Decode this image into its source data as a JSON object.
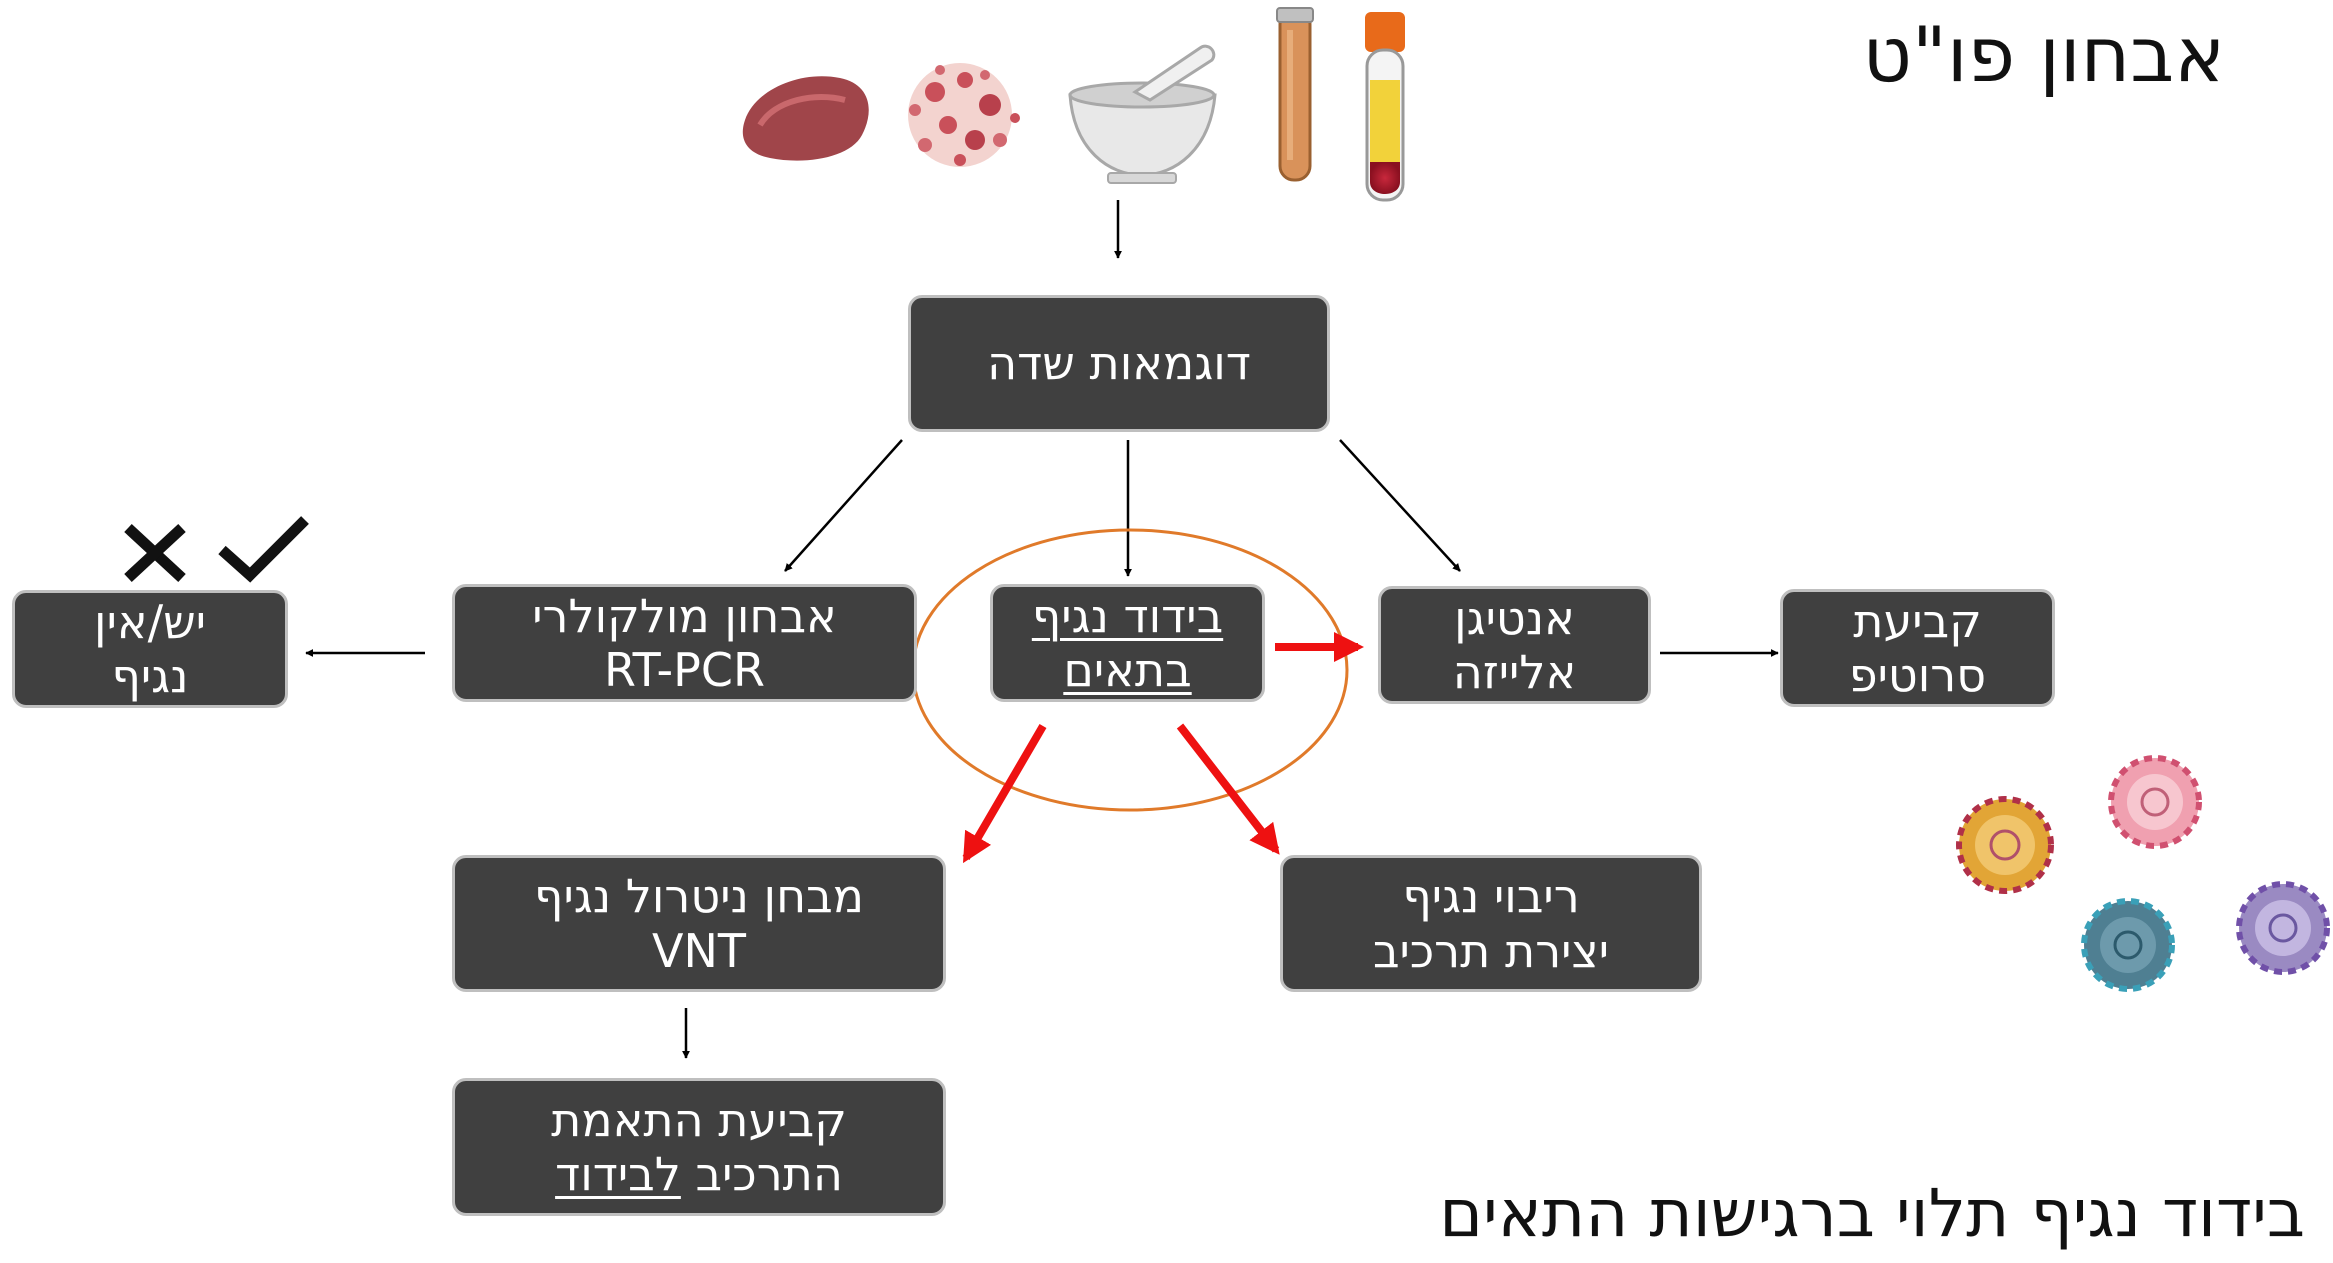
{
  "title": "אבחון פו\"ט",
  "footnote": "בידוד נגיף תלוי ברגישות התאים",
  "boxes": {
    "field_samples": {
      "line1": "דוגמאות שדה"
    },
    "molecular": {
      "line1": "אבחון מולקולרי",
      "line2": "RT-PCR"
    },
    "virus_presence": {
      "line1": "יש/אין",
      "line2": "נגיף"
    },
    "isolation": {
      "line1": "בידוד נגיף",
      "line2": "בתאים"
    },
    "antigen": {
      "line1": "אנטיגן",
      "line2": "אלייזה"
    },
    "serotype": {
      "line1": "קביעת",
      "line2": "סרוטיפ"
    },
    "vnt": {
      "line1": "מבחן ניטרול נגיף",
      "line2": "VNT"
    },
    "propagation": {
      "line1": "ריבוי נגיף",
      "line2": "יצירת תרכיב"
    },
    "match": {
      "line1": "קביעת התאמת",
      "line2a": "התרכיב ",
      "line2b": "לבידוד"
    }
  },
  "colors": {
    "box_fill": "#404040",
    "box_border": "#bfbfbf",
    "highlight_arrow": "#ee1111",
    "circle": "#e07a2a"
  },
  "icons": [
    "tissue-sample-icon",
    "lesion-sample-icon",
    "mortar-pestle-icon",
    "test-tube-icon",
    "blood-tube-icon",
    "cross-icon",
    "check-icon",
    "virus-particle-icon"
  ]
}
